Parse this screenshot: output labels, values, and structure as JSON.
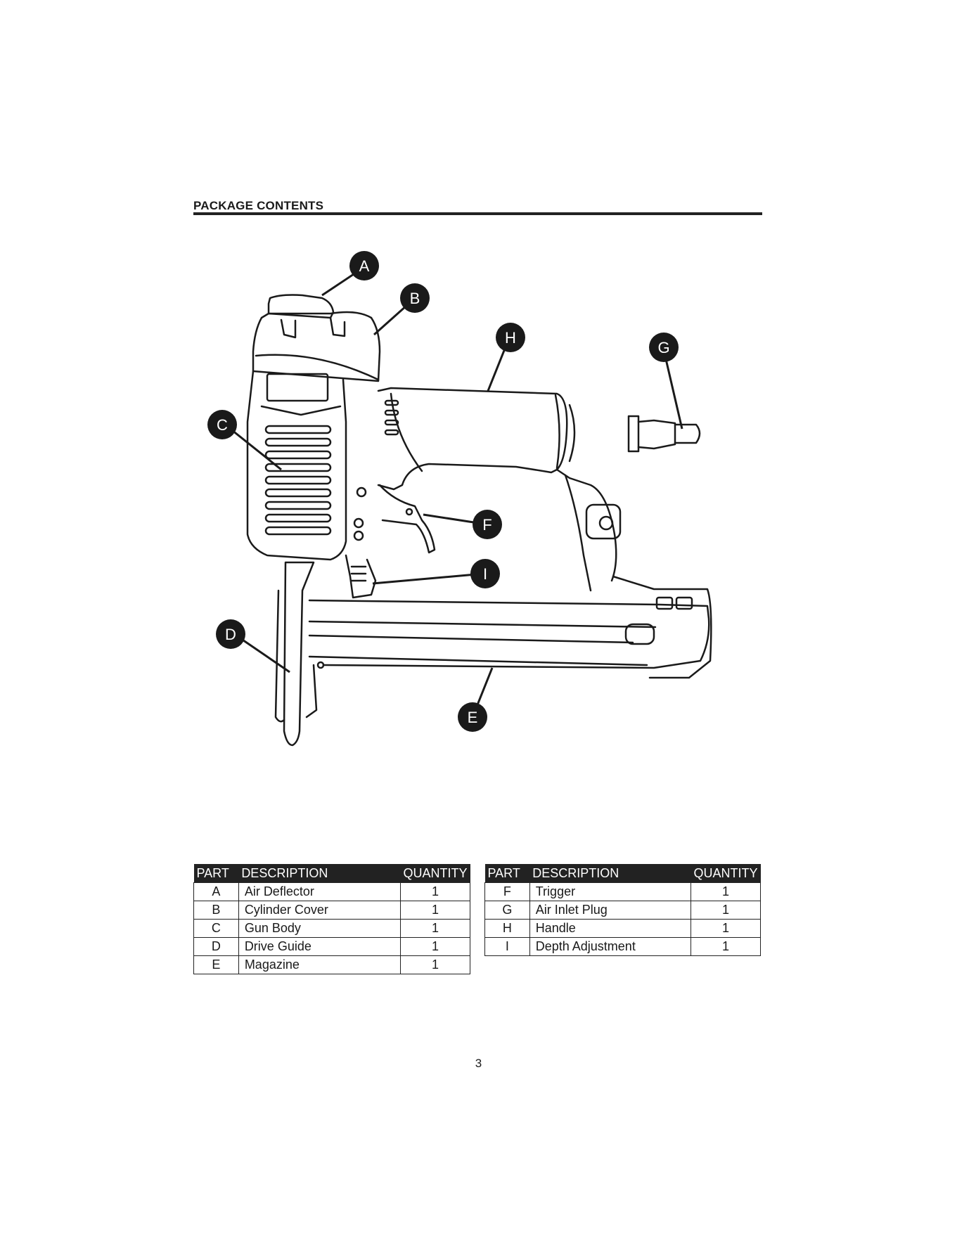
{
  "header": {
    "title": "PACKAGE CONTENTS"
  },
  "diagram": {
    "callouts": [
      "A",
      "B",
      "C",
      "D",
      "E",
      "F",
      "G",
      "H",
      "I"
    ],
    "line_color": "#1a1a1a",
    "callout_fill": "#1a1a1a"
  },
  "tables": {
    "headers": {
      "part": "PART",
      "description": "DESCRIPTION",
      "quantity": "QUANTITY"
    },
    "left": [
      {
        "part": "A",
        "description": "Air Deflector",
        "quantity": "1"
      },
      {
        "part": "B",
        "description": "Cylinder Cover",
        "quantity": "1"
      },
      {
        "part": "C",
        "description": "Gun Body",
        "quantity": "1"
      },
      {
        "part": "D",
        "description": "Drive Guide",
        "quantity": "1"
      },
      {
        "part": "E",
        "description": "Magazine",
        "quantity": "1"
      }
    ],
    "right": [
      {
        "part": "F",
        "description": "Trigger",
        "quantity": "1"
      },
      {
        "part": "G",
        "description": "Air Inlet Plug",
        "quantity": "1"
      },
      {
        "part": "H",
        "description": "Handle",
        "quantity": "1"
      },
      {
        "part": "I",
        "description": "Depth Adjustment",
        "quantity": "1"
      }
    ]
  },
  "footer": {
    "page_number": "3"
  }
}
